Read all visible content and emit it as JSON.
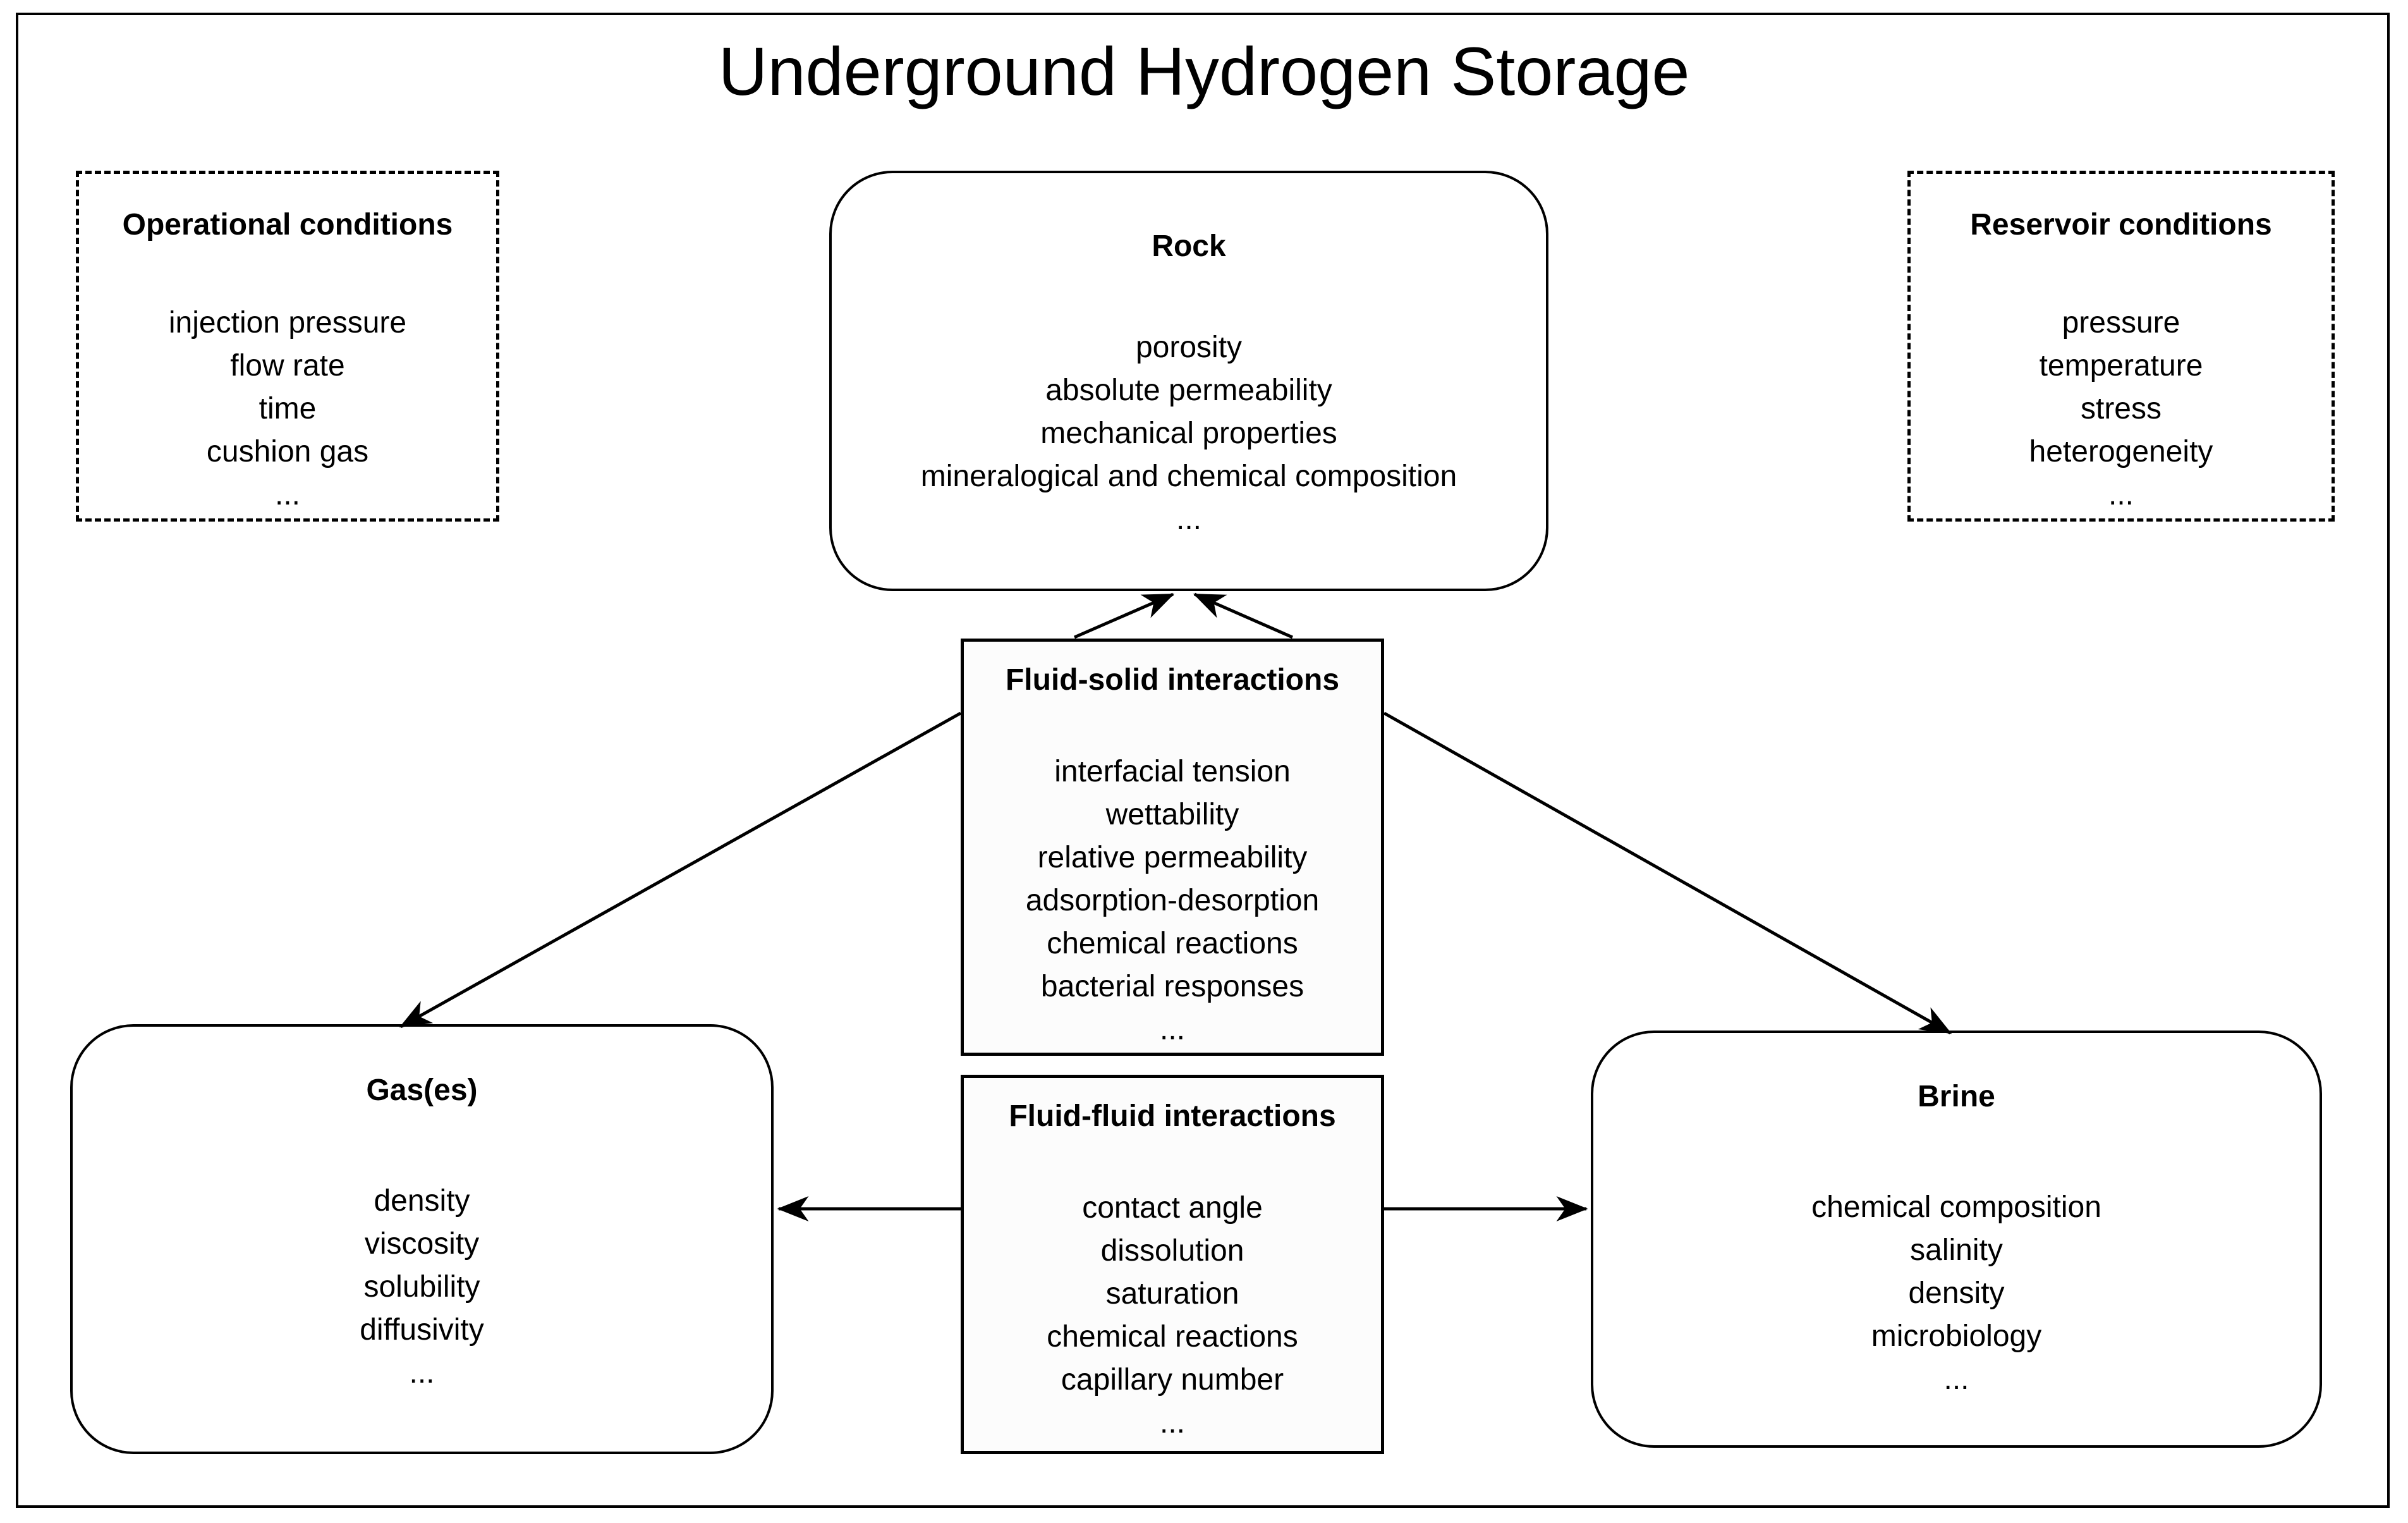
{
  "figure": {
    "title": "Underground Hydrogen Storage",
    "colors": {
      "ink": "#000000",
      "paper": "#ffffff",
      "interaction_box_fill": "#fcfcfc"
    },
    "boxes": {
      "operational_conditions": {
        "title": "Operational conditions",
        "border_style": "dashed",
        "items": [
          "injection pressure",
          "flow rate",
          "time",
          "cushion gas",
          "..."
        ]
      },
      "rock": {
        "title": "Rock",
        "border_style": "rounded",
        "items": [
          "porosity",
          "absolute permeability",
          "mechanical properties",
          "mineralogical and chemical composition",
          "..."
        ]
      },
      "reservoir_conditions": {
        "title": "Reservoir conditions",
        "border_style": "dashed",
        "items": [
          "pressure",
          "temperature",
          "stress",
          "heterogeneity",
          "..."
        ]
      },
      "fluid_solid_interactions": {
        "title": "Fluid-solid interactions",
        "border_style": "solid",
        "items": [
          "interfacial tension",
          "wettability",
          "relative permeability",
          "adsorption-desorption",
          "chemical reactions",
          "bacterial responses",
          "..."
        ]
      },
      "fluid_fluid_interactions": {
        "title": "Fluid-fluid interactions",
        "border_style": "solid",
        "items": [
          "contact angle",
          "dissolution",
          "saturation",
          "chemical reactions",
          "capillary number",
          "..."
        ]
      },
      "gases": {
        "title": "Gas(es)",
        "border_style": "rounded",
        "items": [
          "density",
          "viscosity",
          "solubility",
          "diffusivity",
          "..."
        ]
      },
      "brine": {
        "title": "Brine",
        "border_style": "rounded",
        "items": [
          "chemical composition",
          "salinity",
          "density",
          "microbiology",
          "..."
        ]
      }
    },
    "arrows": [
      {
        "from": "fluid_solid_interactions",
        "to": "rock"
      },
      {
        "from": "fluid_solid_interactions",
        "to": "rock"
      },
      {
        "from": "fluid_solid_interactions",
        "to": "gases"
      },
      {
        "from": "fluid_solid_interactions",
        "to": "brine"
      },
      {
        "from": "fluid_fluid_interactions",
        "to": "gases"
      },
      {
        "from": "fluid_fluid_interactions",
        "to": "brine"
      }
    ]
  }
}
